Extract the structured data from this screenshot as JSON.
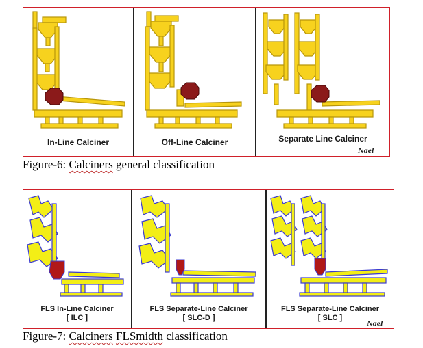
{
  "figure6": {
    "panels": [
      {
        "label": "In-Line Calciner"
      },
      {
        "label": "Off-Line Calciner"
      },
      {
        "label": "Separate Line Calciner"
      }
    ],
    "signature": "Nael",
    "caption_prefix": "Figure-6: ",
    "caption_word": "Calciners",
    "caption_rest": " general classification"
  },
  "figure7": {
    "panels": [
      {
        "label_line1": "FLS In-Line Calciner",
        "label_line2": "[ ILC ]"
      },
      {
        "label_line1": "FLS Separate-Line Calciner",
        "label_line2": "[ SLC-D ]"
      },
      {
        "label_line1": "FLS Separate-Line Calciner",
        "label_line2": "[ SLC ]"
      }
    ],
    "signature": "Nael",
    "caption_prefix": "Figure-7: ",
    "caption_word": "Calciners",
    "caption_mid": " ",
    "caption_word2": "FLSmidth",
    "caption_rest": " classification"
  },
  "colors": {
    "frame": "#d0202a",
    "duct_fill": "#f7d21e",
    "duct_stroke": "#b8960a",
    "calciner_fill": "#8b1a1a",
    "fls_fill": "#f3ee16",
    "fls_stroke": "#3b3bd0",
    "fls_calciner": "#b01818"
  }
}
